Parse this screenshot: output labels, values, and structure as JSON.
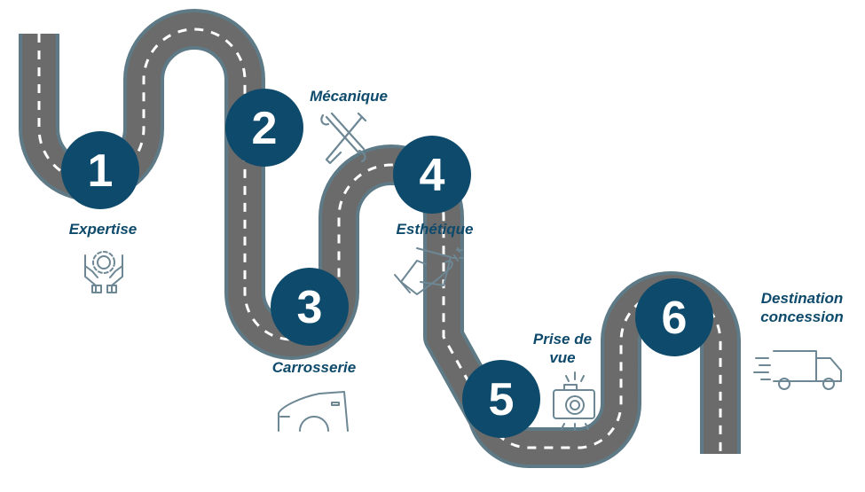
{
  "colors": {
    "road_border": "#5e7a86",
    "road_fill": "#6b6b6b",
    "road_dash": "#ffffff",
    "marker": "#0e4a6b",
    "marker_text": "#ffffff",
    "label": "#0e4a6b",
    "icon_stroke": "#6d8794"
  },
  "steps": [
    {
      "number": "1",
      "label": "Expertise",
      "icon": "hands-gear-icon"
    },
    {
      "number": "2",
      "label": "Mécanique",
      "icon": "wrench-screwdriver-icon"
    },
    {
      "number": "3",
      "label": "Carrosserie",
      "icon": "car-fender-icon"
    },
    {
      "number": "4",
      "label": "Esthétique",
      "icon": "cleaning-hand-icon"
    },
    {
      "number": "5",
      "label_line1": "Prise de",
      "label_line2": "vue",
      "icon": "camera-icon"
    },
    {
      "number": "6",
      "label_line1": "Destination",
      "label_line2": "concession",
      "icon": "delivery-truck-icon"
    }
  ]
}
